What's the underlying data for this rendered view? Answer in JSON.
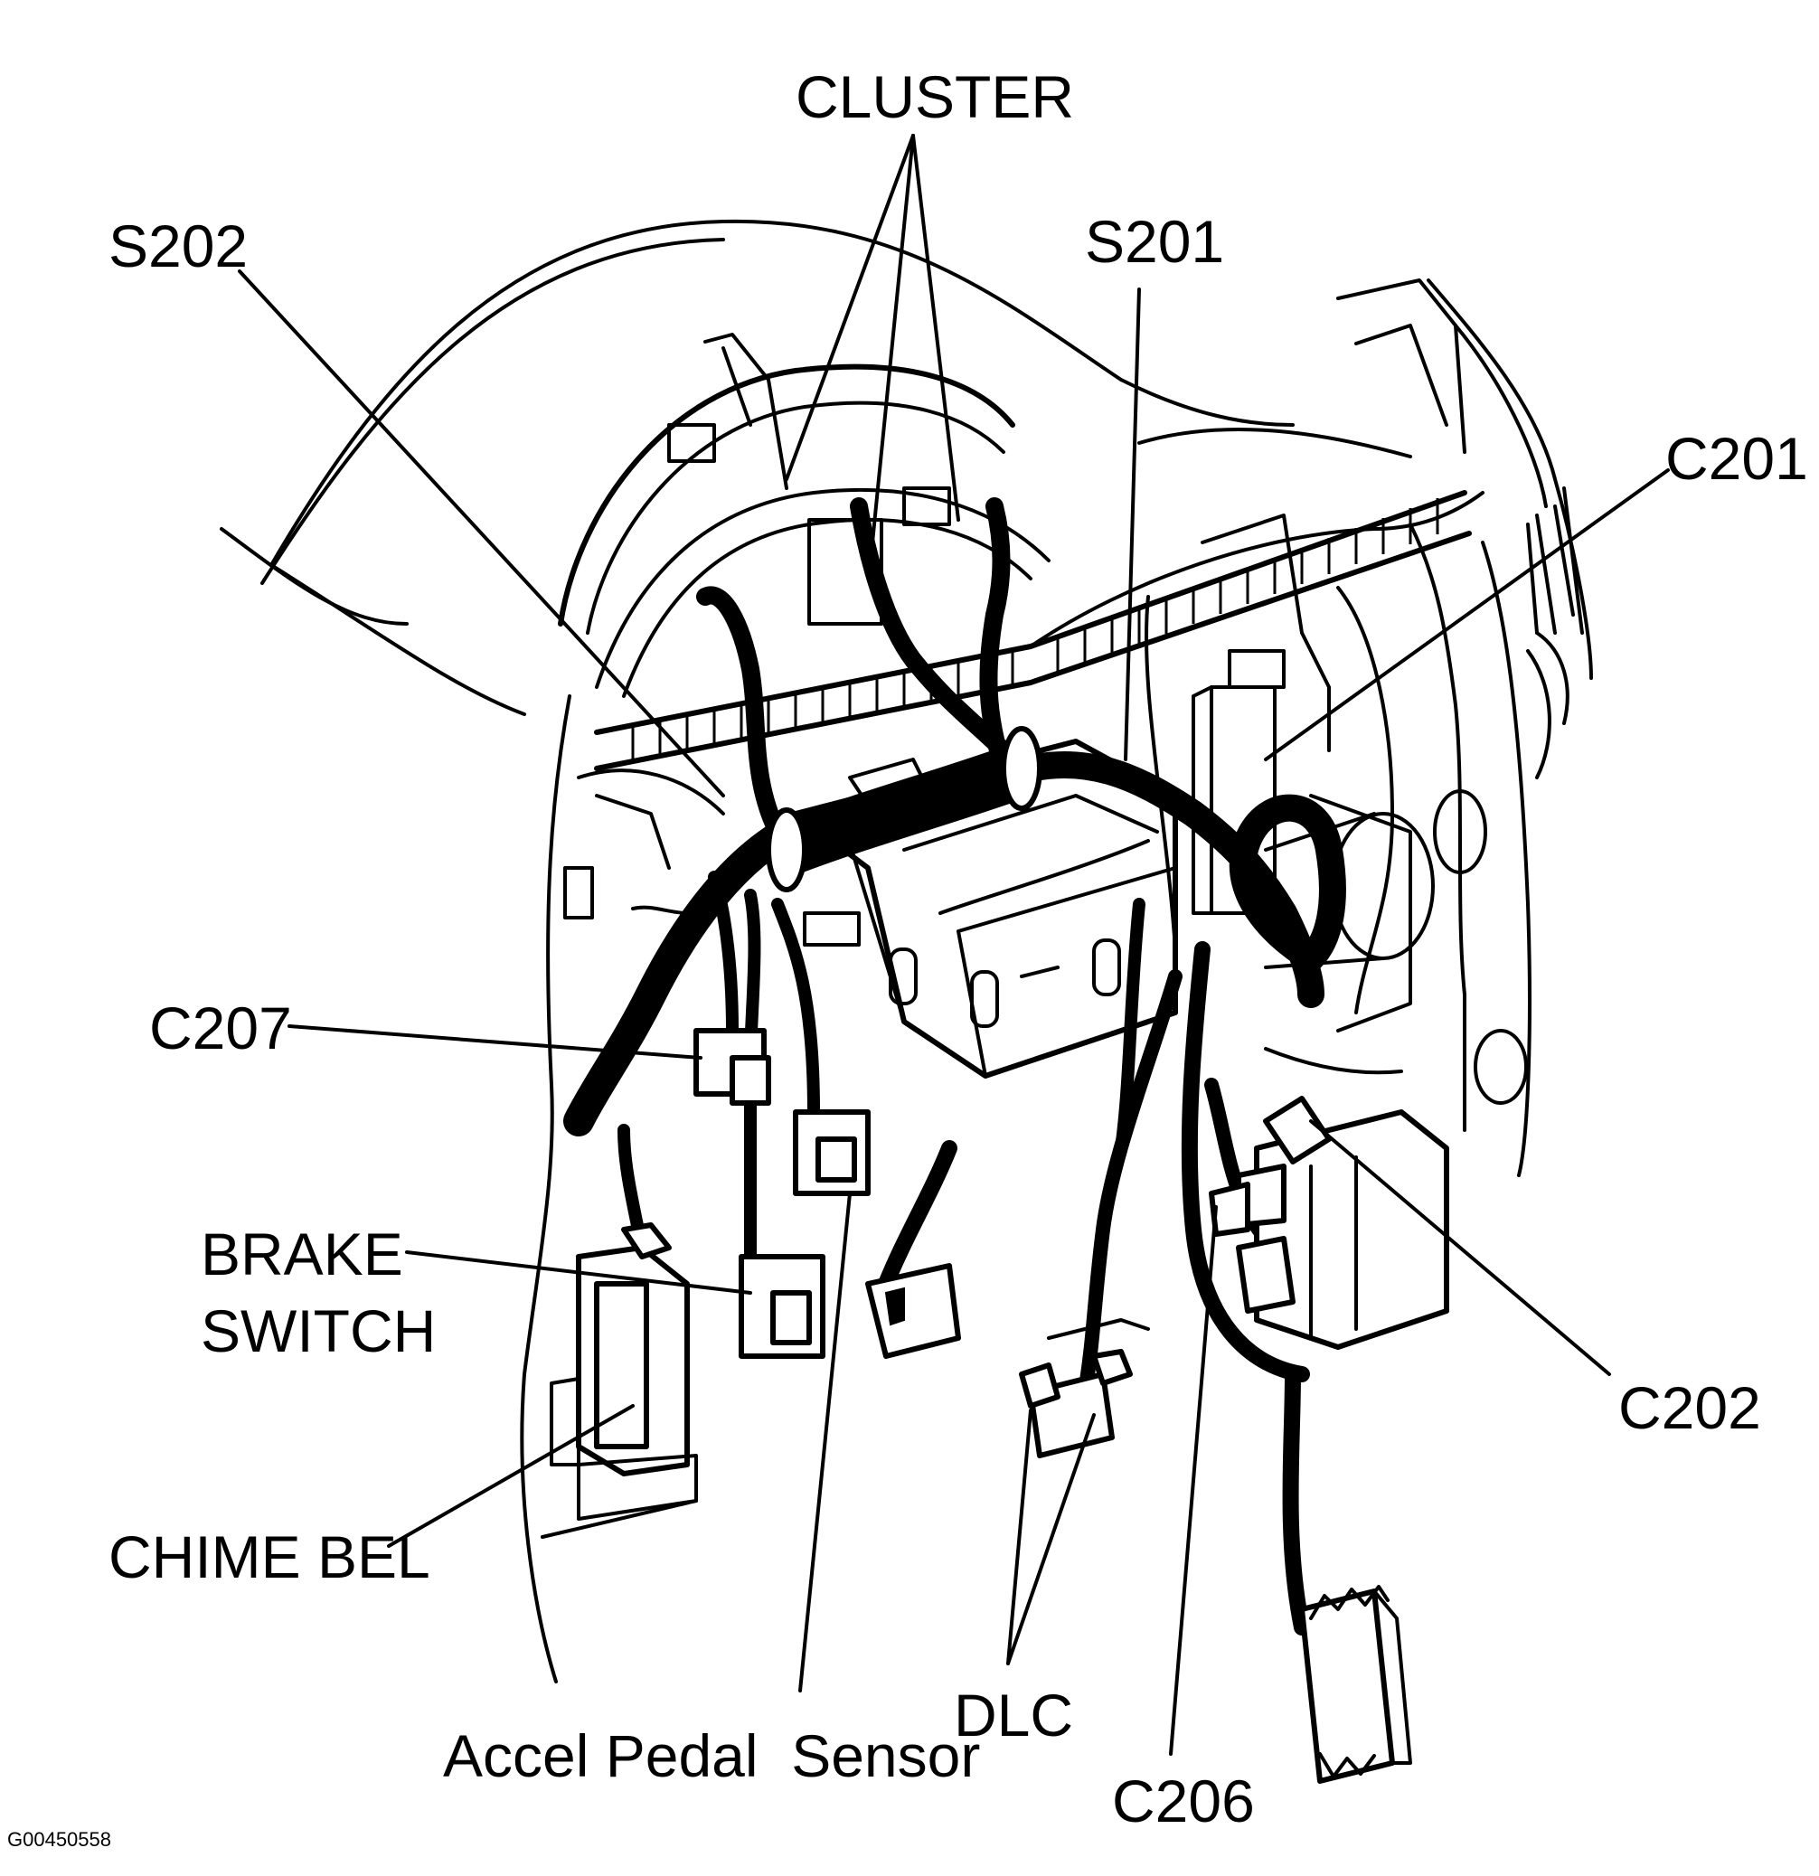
{
  "labels": {
    "cluster": "CLUSTER",
    "s202": "S202",
    "s201": "S201",
    "c201": "C201",
    "c207": "C207",
    "brake_switch_line1": "BRAKE",
    "brake_switch_line2": "SWITCH",
    "chime_bel": "CHIME BEL",
    "accel_pedal_sensor": "Accel Pedal  Sensor",
    "dlc": "DLC",
    "c206": "C206",
    "c202": "C202",
    "figure_id": "G00450558"
  }
}
